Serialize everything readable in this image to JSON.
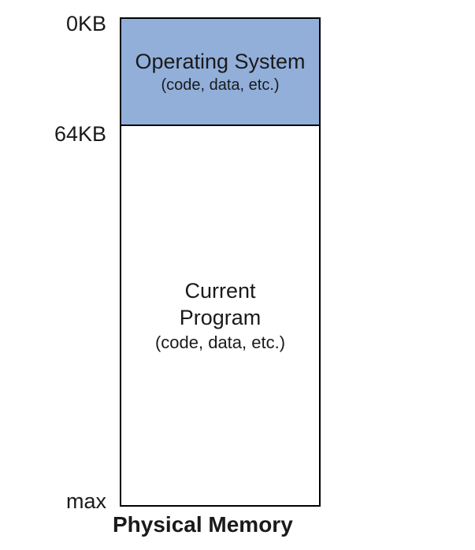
{
  "diagram": {
    "type": "memory-layout",
    "caption": "Physical Memory",
    "markers": [
      "0KB",
      "64KB",
      "max"
    ],
    "sections": [
      {
        "title": "Operating System",
        "subtitle": "(code, data, etc.)",
        "fill": "#92AFDA"
      },
      {
        "title_line1": "Current",
        "title_line2": "Program",
        "subtitle": "(code, data, etc.)",
        "fill": "#FFFFFF"
      }
    ],
    "colors": {
      "border": "#000000",
      "text": "#1A1A1A",
      "background": "#FFFFFF"
    }
  }
}
